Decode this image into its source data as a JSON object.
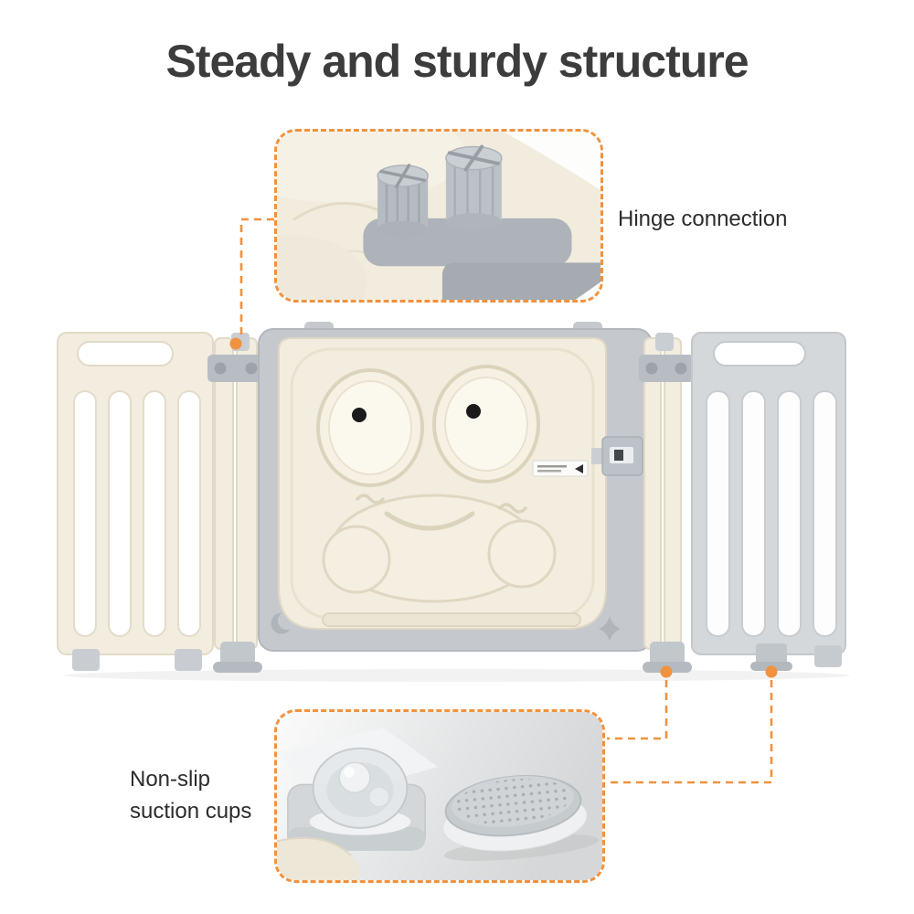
{
  "title": "Steady and sturdy structure",
  "callouts": {
    "hinge": {
      "label": "Hinge connection"
    },
    "suction": {
      "label": "Non-slip\nsuction cups"
    }
  },
  "colors": {
    "accent": "#F0923E",
    "title_text": "#3C3C3C",
    "cream_panel": "#F2EDDF",
    "gray_frame": "#C5C9CE",
    "gray_panel": "#D4D8DB"
  }
}
